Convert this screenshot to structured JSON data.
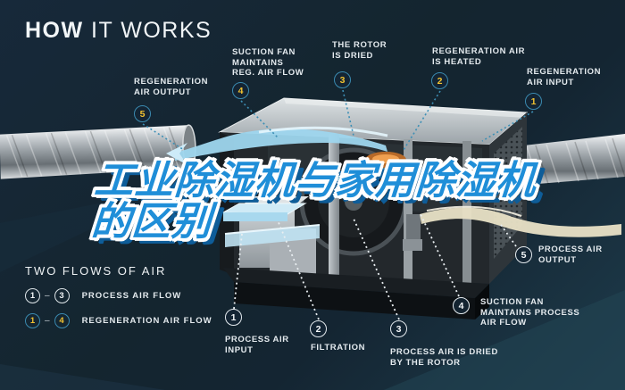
{
  "title": {
    "bold": "HOW",
    "light": " IT WORKS"
  },
  "headline": {
    "line1": "工业除湿机与家用除湿机",
    "line2": "的区别"
  },
  "regen_callouts": [
    {
      "num": "5",
      "label": "REGENERATION\nAIR OUTPUT"
    },
    {
      "num": "4",
      "label": "SUCTION FAN\nMAINTAINS\nREG. AIR FLOW"
    },
    {
      "num": "3",
      "label": "THE ROTOR\nIS DRIED"
    },
    {
      "num": "2",
      "label": "REGENERATION AIR\nIS HEATED"
    },
    {
      "num": "1",
      "label": "REGENERATION\nAIR INPUT"
    }
  ],
  "process_callouts": [
    {
      "num": "1",
      "label": "PROCESS AIR\nINPUT"
    },
    {
      "num": "2",
      "label": "FILTRATION"
    },
    {
      "num": "3",
      "label": "PROCESS AIR IS DRIED\nBY THE ROTOR"
    },
    {
      "num": "4",
      "label": "SUCTION FAN\nMAINTAINS PROCESS\nAIR FLOW"
    },
    {
      "num": "5",
      "label": "PROCESS AIR\nOUTPUT"
    }
  ],
  "legend": {
    "heading": "TWO FLOWS OF AIR",
    "rows": [
      {
        "from": "1",
        "to": "3",
        "label": "PROCESS AIR FLOW"
      },
      {
        "from": "1",
        "to": "4",
        "label": "REGENERATION AIR FLOW"
      }
    ]
  },
  "colors": {
    "background": "#16293a",
    "headline_blue": "#1f8ed8",
    "headline_shadow": "#0e5d99",
    "badge_yellow": "#f2c230",
    "badge_teal_border": "#3a8ab0",
    "badge_white": "#e4eaee",
    "text_light": "#e4eaee",
    "airflow_blue": "#a5daf0",
    "airflow_cream": "#e9e1c6",
    "heater_orange": "#e8923f",
    "duct_silver": "#c6cbcf"
  }
}
